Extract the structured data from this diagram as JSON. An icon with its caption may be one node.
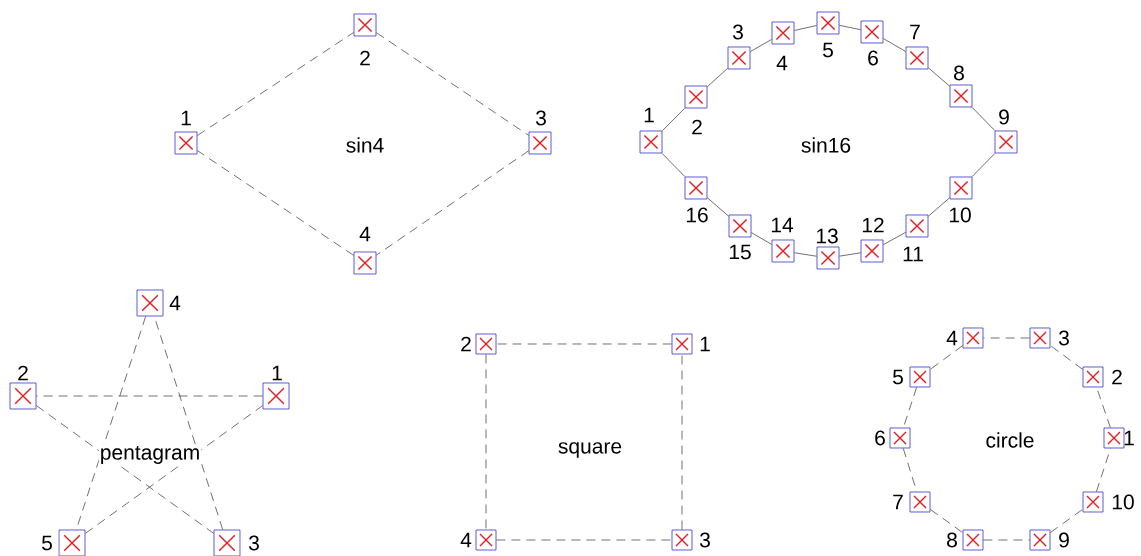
{
  "diagram": {
    "nodes": [
      {
        "text": [],
        "shape": "box",
        "beside": [
          "1"
        ]
      },
      {
        "text": [],
        "shape": "box",
        "beside": [
          "2"
        ]
      },
      {
        "text": [],
        "shape": "box",
        "beside": [
          "3"
        ]
      },
      {
        "text": [],
        "shape": "box",
        "beside": [
          "4"
        ]
      },
      {
        "text": [],
        "shape": "box",
        "beside": [
          "1"
        ]
      },
      {
        "text": [],
        "shape": "box",
        "beside": [
          "2"
        ]
      },
      {
        "text": [],
        "shape": "box",
        "beside": [
          "3"
        ]
      },
      {
        "text": [],
        "shape": "box",
        "beside": [
          "4"
        ]
      },
      {
        "text": [],
        "shape": "box",
        "beside": [
          "5"
        ]
      },
      {
        "text": [],
        "shape": "box",
        "beside": [
          "6"
        ]
      },
      {
        "text": [],
        "shape": "box",
        "beside": [
          "7"
        ]
      },
      {
        "text": [],
        "shape": "box",
        "beside": [
          "8"
        ]
      },
      {
        "text": [],
        "shape": "box",
        "beside": [
          "9"
        ]
      },
      {
        "text": [],
        "shape": "box",
        "beside": [
          "10"
        ]
      },
      {
        "text": [],
        "shape": "box",
        "beside": [
          "11"
        ]
      },
      {
        "text": [],
        "shape": "box",
        "beside": [
          "12"
        ]
      },
      {
        "text": [],
        "shape": "box",
        "beside": [
          "13"
        ]
      },
      {
        "text": [],
        "shape": "box",
        "beside": [
          "14"
        ]
      },
      {
        "text": [],
        "shape": "box",
        "beside": [
          "15"
        ]
      },
      {
        "text": [],
        "shape": "box",
        "beside": [
          "16"
        ]
      },
      {
        "text": [],
        "shape": "box",
        "beside": [
          "1"
        ]
      },
      {
        "text": [],
        "shape": "box",
        "beside": [
          "2"
        ]
      },
      {
        "text": [],
        "shape": "box",
        "beside": [
          "3"
        ]
      },
      {
        "text": [],
        "shape": "box",
        "beside": [
          "4"
        ]
      },
      {
        "text": [],
        "shape": "box",
        "beside": [
          "5"
        ]
      },
      {
        "text": [],
        "shape": "box",
        "beside": [
          "1"
        ]
      },
      {
        "text": [],
        "shape": "box",
        "beside": [
          "2"
        ]
      },
      {
        "text": [],
        "shape": "box",
        "beside": [
          "3"
        ]
      },
      {
        "text": [],
        "shape": "box",
        "beside": [
          "4"
        ]
      },
      {
        "text": [],
        "shape": "box",
        "beside": [
          "1"
        ]
      },
      {
        "text": [],
        "shape": "box",
        "beside": [
          "2"
        ]
      },
      {
        "text": [],
        "shape": "box",
        "beside": [
          "3"
        ]
      },
      {
        "text": [],
        "shape": "box",
        "beside": [
          "4"
        ]
      },
      {
        "text": [],
        "shape": "box",
        "beside": [
          "5"
        ]
      },
      {
        "text": [],
        "shape": "box",
        "beside": [
          "6"
        ]
      },
      {
        "text": [],
        "shape": "box",
        "beside": [
          "7"
        ]
      },
      {
        "text": [],
        "shape": "box",
        "beside": [
          "8"
        ]
      },
      {
        "text": [],
        "shape": "box",
        "beside": [
          "9"
        ]
      },
      {
        "text": [],
        "shape": "box",
        "beside": [
          "10"
        ]
      }
    ],
    "edges": [
      {
        "from": 0,
        "to": 1,
        "arrow": "none",
        "style": "dashed"
      },
      {
        "from": 1,
        "to": 2,
        "arrow": "none",
        "style": "dashed"
      },
      {
        "from": 2,
        "to": 3,
        "arrow": "none",
        "style": "dashed"
      },
      {
        "from": 3,
        "to": 0,
        "arrow": "none",
        "style": "dashed"
      },
      {
        "from": 4,
        "to": 5,
        "arrow": "none"
      },
      {
        "from": 5,
        "to": 6,
        "arrow": "none"
      },
      {
        "from": 6,
        "to": 7,
        "arrow": "none"
      },
      {
        "from": 7,
        "to": 8,
        "arrow": "none"
      },
      {
        "from": 8,
        "to": 9,
        "arrow": "none"
      },
      {
        "from": 9,
        "to": 10,
        "arrow": "none"
      },
      {
        "from": 10,
        "to": 11,
        "arrow": "none"
      },
      {
        "from": 11,
        "to": 12,
        "arrow": "none"
      },
      {
        "from": 12,
        "to": 13,
        "arrow": "none"
      },
      {
        "from": 13,
        "to": 14,
        "arrow": "none"
      },
      {
        "from": 14,
        "to": 15,
        "arrow": "none"
      },
      {
        "from": 15,
        "to": 16,
        "arrow": "none"
      },
      {
        "from": 16,
        "to": 17,
        "arrow": "none"
      },
      {
        "from": 17,
        "to": 18,
        "arrow": "none"
      },
      {
        "from": 18,
        "to": 19,
        "arrow": "none"
      },
      {
        "from": 19,
        "to": 4,
        "arrow": "none"
      },
      {
        "from": 20,
        "to": 21,
        "arrow": "none",
        "style": "dashed"
      },
      {
        "from": 21,
        "to": 22,
        "arrow": "none",
        "style": "dashed"
      },
      {
        "from": 22,
        "to": 23,
        "arrow": "none",
        "style": "dashed"
      },
      {
        "from": 23,
        "to": 24,
        "arrow": "none",
        "style": "dashed"
      },
      {
        "from": 24,
        "to": 20,
        "arrow": "none",
        "style": "dashed"
      },
      {
        "from": 25,
        "to": 26,
        "arrow": "none",
        "style": "dashed"
      },
      {
        "from": 26,
        "to": 28,
        "arrow": "none",
        "style": "dashed"
      },
      {
        "from": 28,
        "to": 27,
        "arrow": "none",
        "style": "dashed"
      },
      {
        "from": 27,
        "to": 25,
        "arrow": "none",
        "style": "dashed"
      },
      {
        "from": 29,
        "to": 30,
        "arrow": "none",
        "style": "dashed"
      },
      {
        "from": 30,
        "to": 31,
        "arrow": "none",
        "style": "dashed"
      },
      {
        "from": 31,
        "to": 32,
        "arrow": "none",
        "style": "dashed"
      },
      {
        "from": 32,
        "to": 33,
        "arrow": "none",
        "style": "dashed"
      },
      {
        "from": 33,
        "to": 34,
        "arrow": "none",
        "style": "dashed"
      },
      {
        "from": 34,
        "to": 35,
        "arrow": "none",
        "style": "dashed"
      },
      {
        "from": 35,
        "to": 36,
        "arrow": "none",
        "style": "dashed"
      },
      {
        "from": 36,
        "to": 37,
        "arrow": "none",
        "style": "dashed"
      },
      {
        "from": 37,
        "to": 38,
        "arrow": "none",
        "style": "dashed"
      },
      {
        "from": 38,
        "to": 29,
        "arrow": "none",
        "style": "dashed"
      }
    ],
    "labels": [
      "sin4",
      "sin16",
      "pentagram",
      "square",
      "circle"
    ]
  }
}
